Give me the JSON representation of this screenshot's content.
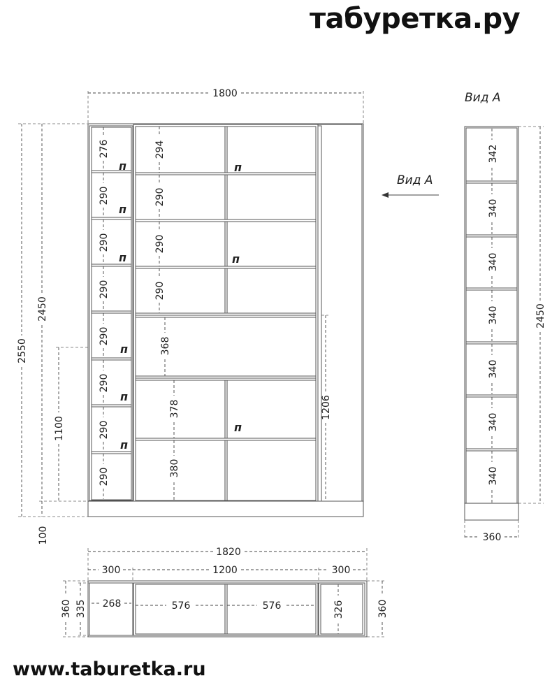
{
  "brand": {
    "logo": "табуретка.ру",
    "website": "www.taburetka.ru"
  },
  "view_a": {
    "title": "Вид А",
    "arrow_label": "Вид А"
  },
  "front": {
    "width": "1800",
    "height_total": "2550",
    "height_body": "2450",
    "height_1100": "1100",
    "plinth": "100",
    "left_shelves": [
      "276",
      "290",
      "290",
      "290",
      "290",
      "290",
      "290",
      "290"
    ],
    "mid_shelves": [
      "294",
      "290",
      "290",
      "290",
      "368",
      "378",
      "380"
    ],
    "right_height": "1206",
    "door_mark": "п"
  },
  "side": {
    "shelves": [
      "342",
      "340",
      "340",
      "340",
      "340",
      "340",
      "340"
    ],
    "height": "2450",
    "depth": "360"
  },
  "plan": {
    "total": "1820",
    "left": "300",
    "middle": "1200",
    "right": "300",
    "depth_outer": "360",
    "depth_inner": "335",
    "inner_left": "268",
    "inner_mid1": "576",
    "inner_mid2": "576",
    "inner_right": "326",
    "depth_right": "360"
  }
}
